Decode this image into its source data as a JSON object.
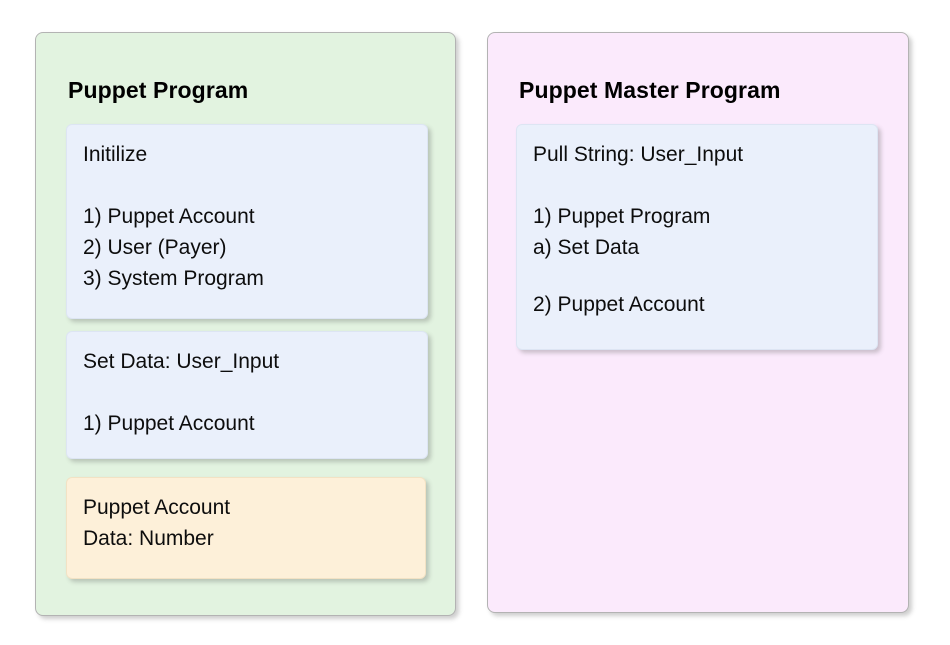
{
  "diagram": {
    "type": "block-diagram",
    "panels": [
      {
        "name": "puppet-program",
        "title": "Puppet Program",
        "fill": "#e2f3e0",
        "cards": [
          {
            "name": "initilize",
            "fill": "#eaf0fb",
            "heading": "Initilize",
            "items": [
              "1) Puppet Account",
              "2) User (Payer)",
              "3) System Program"
            ]
          },
          {
            "name": "set-data",
            "fill": "#eaf0fb",
            "heading": "Set Data: User_Input",
            "items": [
              "1) Puppet Account"
            ]
          },
          {
            "name": "puppet-account",
            "fill": "#fdf0d9",
            "heading": "Puppet Account",
            "items": [
              "Data: Number"
            ]
          }
        ]
      },
      {
        "name": "puppet-master-program",
        "title": "Puppet Master Program",
        "fill": "#fbeafc",
        "cards": [
          {
            "name": "pull-string",
            "fill": "#eaf0fb",
            "heading": "Pull String: User_Input",
            "items": [
              "1) Puppet Program",
              "a) Set Data",
              "2) Puppet Account"
            ]
          }
        ]
      }
    ]
  }
}
